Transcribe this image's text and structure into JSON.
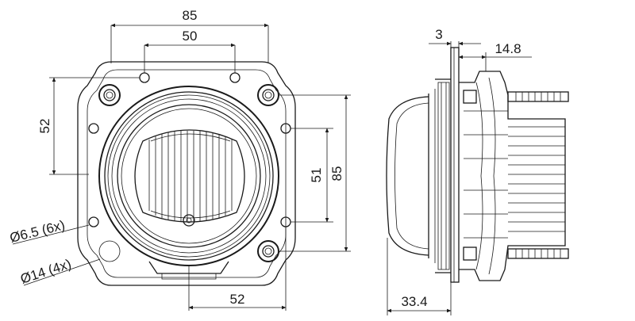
{
  "front_view": {
    "dims": {
      "width_outer": "85",
      "hole_spacing_top": "50",
      "hole_spacing_left": "52",
      "hole_spacing_right": "51",
      "height_outer": "85",
      "hole_spacing_bottom": "52"
    },
    "callouts": {
      "small_hole": "Ø6.5 (6x)",
      "large_hole": "Ø14 (4x)"
    }
  },
  "side_view": {
    "dims": {
      "flange_thickness": "3",
      "rear_depth": "14.8",
      "front_depth": "33.4"
    }
  }
}
